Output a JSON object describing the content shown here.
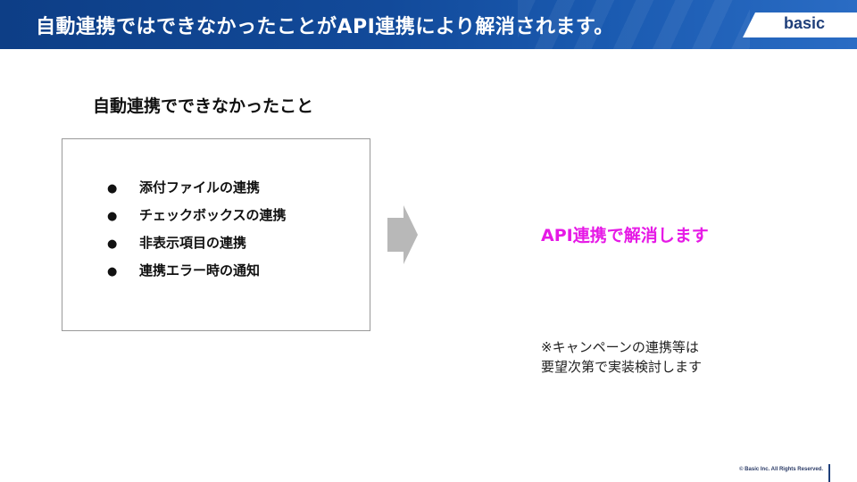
{
  "header": {
    "title": "自動連携ではできなかったことがAPI連携により解消されます。",
    "logo": "basic",
    "colors": {
      "primary": "#124a9a",
      "logo_text": "#1f3f7a"
    }
  },
  "section": {
    "heading": "自動連携でできなかったこと",
    "items": [
      {
        "bullet": "●",
        "label": "添付ファイルの連携"
      },
      {
        "bullet": "●",
        "label": "チェックボックスの連携"
      },
      {
        "bullet": "●",
        "label": "非表示項目の連携"
      },
      {
        "bullet": "●",
        "label": "連携エラー時の通知"
      }
    ]
  },
  "arrow_icon": "right-arrow-icon",
  "resolution": {
    "text": "API連携で解消します",
    "color": "#e619e6"
  },
  "note": {
    "line1": "※キャンペーンの連携等は",
    "line2": "要望次第で実装検討します"
  },
  "footer": {
    "copyright": "© Basic Inc. All Rights Reserved."
  }
}
